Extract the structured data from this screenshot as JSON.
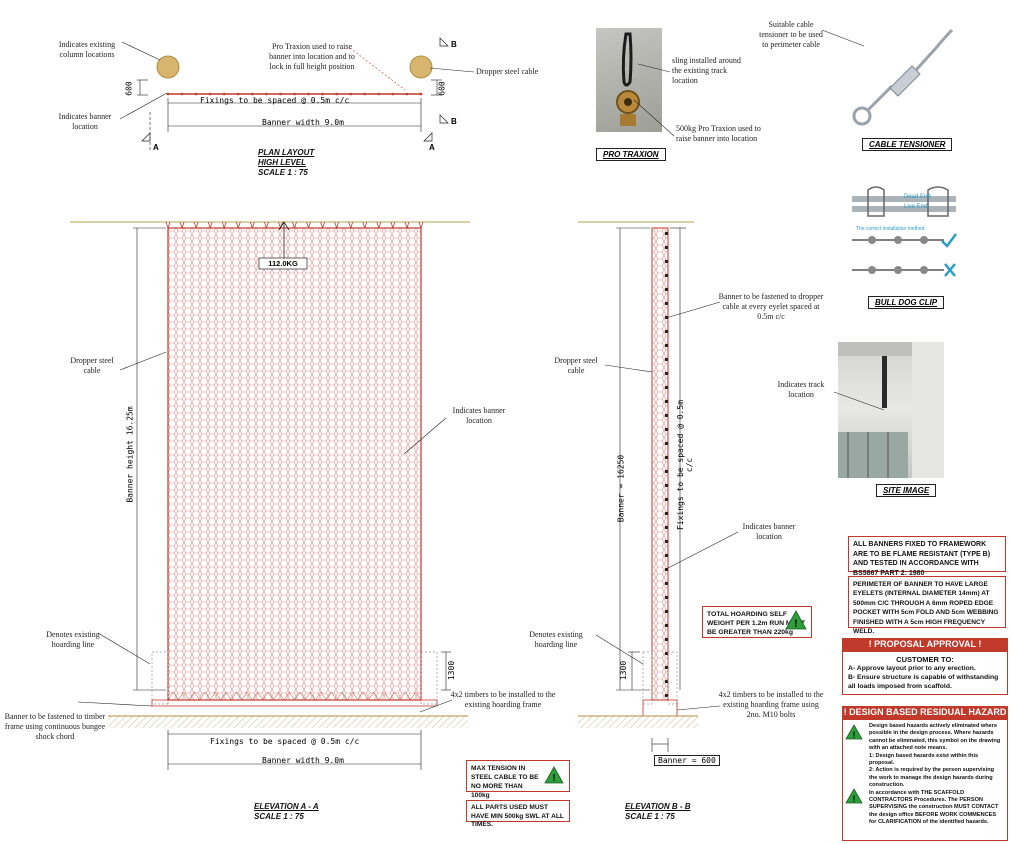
{
  "plan": {
    "title_line1": "PLAN LAYOUT",
    "title_line2": "HIGH LEVEL",
    "title_line3": "SCALE  1 : 75",
    "note_column": "Indicates existing column locations",
    "note_banner": "Indicates banner location",
    "note_traxion": "Pro Traxion used to raise banner into location and to lock in full height position",
    "note_dropper": "Dropper steel cable",
    "dim_fixings": "Fixings to be spaced @ 0.5m c/c",
    "dim_width": "Banner width 9.0m",
    "dim_600_left": "600",
    "dim_600_right": "600",
    "section_a": "A",
    "section_b": "B"
  },
  "elevation_a": {
    "title_line1": "ELEVATION A - A",
    "title_line2": "SCALE  1 : 75",
    "load_tag": "112.0KG",
    "dim_height": "Banner height 16.25m",
    "dim_1300": "1300",
    "dim_fixings": "Fixings to be spaced @ 0.5m c/c",
    "dim_width": "Banner width 9.0m",
    "note_dropper": "Dropper steel cable",
    "note_banner_loc": "Indicates banner location",
    "note_hoarding": "Denotes existing hoarding line",
    "note_timber": "Banner to be fastened to timber frame using continuous bungee shock chord",
    "note_4x2": "4x2 timbers to be installed to the existing hoarding frame"
  },
  "elevation_b": {
    "title_line1": "ELEVATION B - B",
    "title_line2": "SCALE  1 : 75",
    "dim_height": "Banner = 16250",
    "dim_fixings": "Fixings to be spaced @ 0.5m c/c",
    "dim_1300": "1300",
    "dim_600": "Banner = 600",
    "note_eyelet": "Banner to be fastened to dropper cable at every eyelet spaced at 0.5m c/c",
    "note_dropper": "Dropper steel cable",
    "note_banner_loc": "Indicates banner location",
    "note_hoarding": "Denotes existing hoarding line",
    "note_4x2": "4x2 timbers to be installed to the existing hoarding frame using 2no. M10 bolts"
  },
  "pro_traxion": {
    "caption": "PRO TRAXION",
    "note_sling": "sling installed around the existing track location",
    "note_500": "500kg Pro Traxion used to raise banner into location"
  },
  "cable_tensioner": {
    "caption": "CABLE TENSIONER",
    "note": "Suitable cable tensioner to be used to perimeter cable"
  },
  "bull_dog": {
    "caption": "BULL DOG CLIP",
    "label_dead": "Dead End",
    "label_live": "Live End",
    "label_correct": "The correct installation method"
  },
  "site_image": {
    "caption": "SITE IMAGE",
    "note": "Indicates track location"
  },
  "notes": {
    "flame": "ALL BANNERS FIXED TO FRAMEWORK ARE TO BE FLAME RESISTANT (TYPE B) AND TESTED IN ACCORDANCE WITH BS5867 PART 2: 1980",
    "perimeter": "PERIMETER OF BANNER TO HAVE LARGE EYELETS (INTERNAL DIAMETER 14mm) AT 500mm C/C THROUGH A 6mm ROPED EDGE POCKET WITH 5cm FOLD AND 5cm WEBBING FINISHED WITH A 5cm HIGH FREQUENCY WELD.",
    "hoarding_weight": "TOTAL HOARDING SELF WEIGHT PER 1.2m RUN MUST BE GREATER THAN 220kg",
    "max_tension": "MAX TENSION IN STEEL CABLE TO BE NO MORE THAN 100kg",
    "all_parts": "ALL PARTS USED MUST HAVE MIN 500kg SWL AT ALL TIMES."
  },
  "proposal": {
    "header": "! PROPOSAL APPROVAL !",
    "customer": "CUSTOMER TO:",
    "item_a": "A-  Approve layout prior to any erection.",
    "item_b": "B-  Ensure structure is capable of withstanding all loads imposed from scaffold."
  },
  "hazard": {
    "header": "! DESIGN BASED RESIDUAL HAZARD !",
    "para1": "Design based hazards actively eliminated where possible in the design process.  Where hazards cannot be eliminated, this symbol on the drawing with an attached note means.",
    "para1_item1": "1: Design based hazards exist within this proposal.",
    "para1_item2": "2: Action is required by the person supervising the work to manage the design hazards during construction.",
    "para2": "In accordance with THE SCAFFOLD CONTRACTORS Procedures. The PERSON SUPERVISING the construction MUST CONTACT the design office BEFORE WORK COMMENCES for CLARIFICATION of the identified hazards."
  },
  "colors": {
    "accent_red": "#c0392b",
    "warning_green": "#2e9e3a",
    "column_tan": "#d8b56e"
  }
}
